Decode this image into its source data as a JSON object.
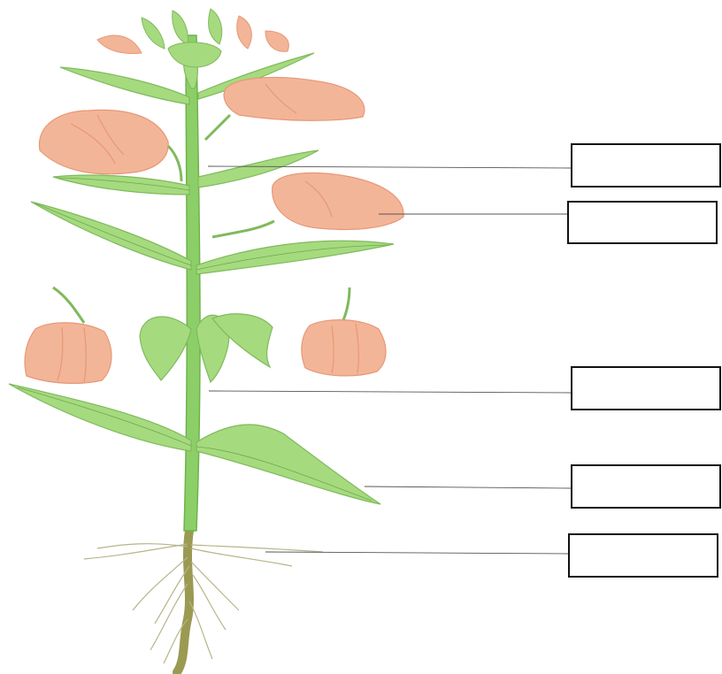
{
  "diagram": {
    "subject": "flowering-plant",
    "labels": [
      {
        "id": "label-box-1",
        "text": ""
      },
      {
        "id": "label-box-2",
        "text": ""
      },
      {
        "id": "label-box-3",
        "text": ""
      },
      {
        "id": "label-box-4",
        "text": ""
      },
      {
        "id": "label-box-5",
        "text": ""
      }
    ]
  },
  "colors": {
    "stem": "#8ccf68",
    "stem_dark": "#6fb24c",
    "leaf": "#a6da7f",
    "leaf_vein": "#6ea84e",
    "petal": "#f3b597",
    "petal_shade": "#e69878",
    "root": "#9a9a52",
    "root_hair": "#b8b48a",
    "box_stroke": "#111111",
    "leader_line": "#555555"
  }
}
